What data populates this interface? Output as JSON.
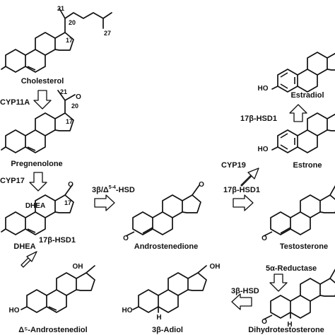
{
  "compounds": {
    "cholesterol": "Cholesterol",
    "pregnenolone": "Pregnenolone",
    "dhea": "DHEA",
    "dhea_ring_label": "DHEA",
    "androstenediol": "Δ⁵-Androstenediol",
    "androstenedione": "Androstenedione",
    "testosterone": "Testosterone",
    "estrone": "Estrone",
    "estradiol": "Estradiol",
    "adiol": "3β-Adiol",
    "dht": "Dihydrotestosterone"
  },
  "enzymes": {
    "cyp11a": "CYP11A",
    "cyp17": "CYP17",
    "hsd3b_main": "3β/Δ",
    "hsd3b_sup": "5-4",
    "hsd3b_tail": "-HSD",
    "hsd17b1_a": "17β-HSD1",
    "hsd17b1_b": "17β-HSD1",
    "hsd17b1_c": "17β-HSD1",
    "cyp19": "CYP19",
    "srd5a": "5α-Reductase",
    "hsd3b_adiol": "3β-HSD"
  },
  "atom_numbers": {
    "c17": "17",
    "c20": "20",
    "c21": "21",
    "c27": "27"
  },
  "atoms": {
    "oxygen": "O",
    "hydroxyl": "HO",
    "hydroxyl_r": "OH",
    "hydrogen": "H"
  },
  "colors": {
    "ink": "#111111",
    "arrow_fill": "#ffffff",
    "background": "#ffffff"
  }
}
